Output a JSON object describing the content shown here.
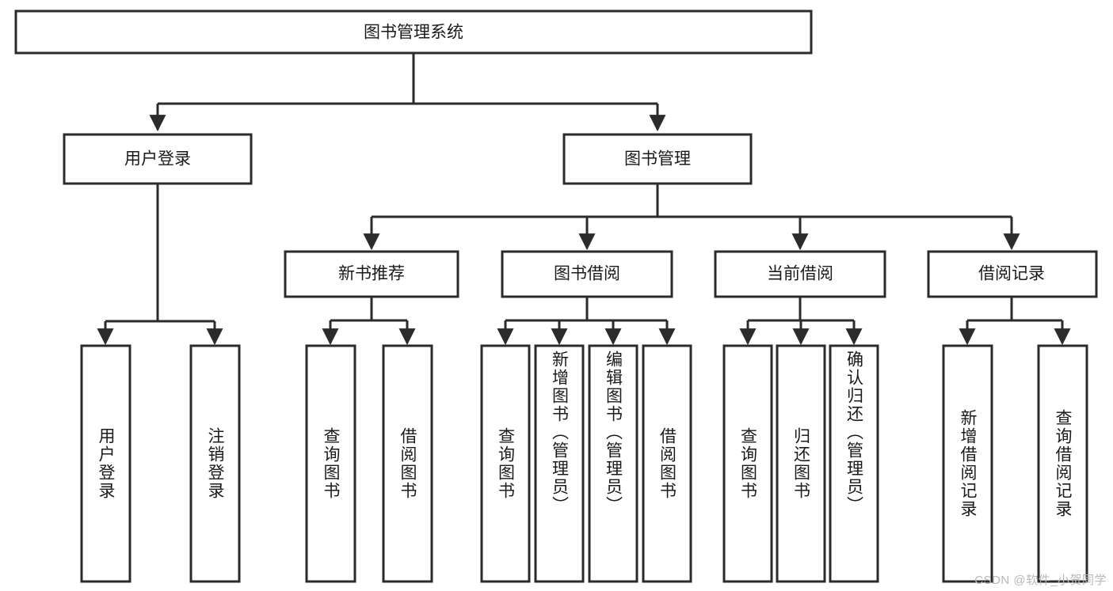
{
  "diagram": {
    "type": "tree-hierarchy-flowchart",
    "title": "图书管理系统",
    "colors": {
      "stroke": "#2b2b2b",
      "node_fill": "#ffffff",
      "text": "#1a1a1a",
      "background": "#ffffff",
      "watermark": "#b8b8b8"
    },
    "root": {
      "label": "图书管理系统"
    },
    "level2": [
      {
        "label": "用户登录"
      },
      {
        "label": "图书管理"
      }
    ],
    "level3": [
      {
        "label": "新书推荐"
      },
      {
        "label": "图书借阅"
      },
      {
        "label": "当前借阅"
      },
      {
        "label": "借阅记录"
      }
    ],
    "leaves": {
      "user_login": [
        {
          "label": "用户登录"
        },
        {
          "label": "注销登录"
        }
      ],
      "new_book_recommend": [
        {
          "label": "查询图书"
        },
        {
          "label": "借阅图书"
        }
      ],
      "book_borrow": [
        {
          "label": "查询图书"
        },
        {
          "label": "新增图书（管理员）"
        },
        {
          "label": "编辑图书（管理员）"
        },
        {
          "label": "借阅图书"
        }
      ],
      "current_borrow": [
        {
          "label": "查询图书"
        },
        {
          "label": "归还图书"
        },
        {
          "label": "确认归还（管理员）"
        }
      ],
      "borrow_record": [
        {
          "label": "新增借阅记录"
        },
        {
          "label": "查询借阅记录"
        }
      ]
    }
  },
  "watermark": {
    "text": "CSDN @软件_小贺同学"
  }
}
